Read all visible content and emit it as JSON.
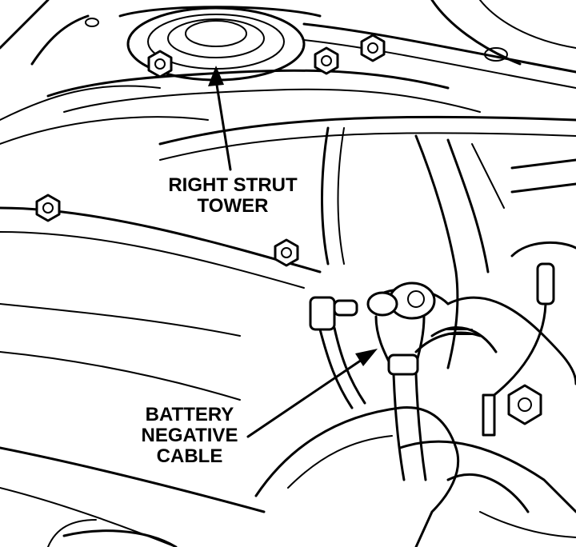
{
  "labels": {
    "strut_tower": [
      "RIGHT STRUT",
      "TOWER"
    ],
    "battery_cable": [
      "BATTERY",
      "NEGATIVE",
      "CABLE"
    ]
  },
  "colors": {
    "ink": "#000000",
    "paper": "#ffffff"
  }
}
